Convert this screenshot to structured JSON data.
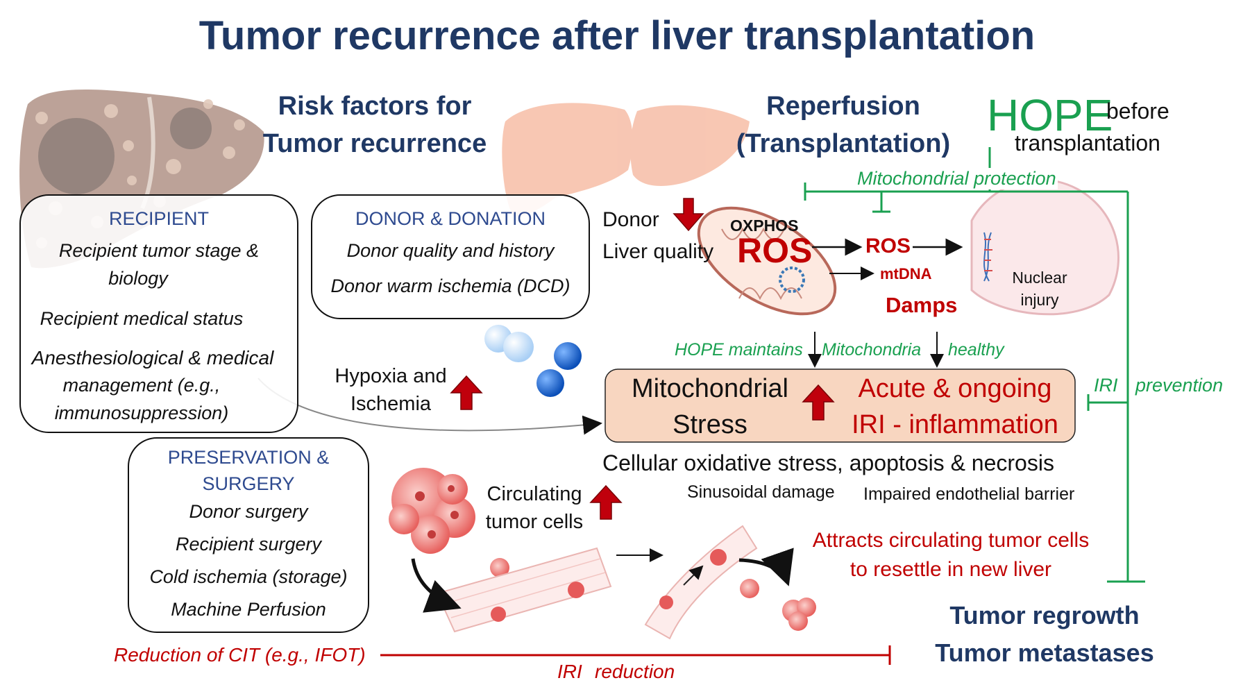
{
  "title": "Tumor recurrence after liver transplantation",
  "headings": {
    "risk_factors": [
      "Risk factors for",
      "Tumor recurrence"
    ],
    "reperfusion": [
      "Reperfusion",
      "(Transplantation)"
    ],
    "hope": "HOPE",
    "hope_before": "before",
    "hope_transplantation": "transplantation"
  },
  "recipient_box": {
    "title": "RECIPIENT",
    "items": [
      "Recipient tumor stage &",
      "biology",
      "Recipient medical status",
      "Anesthesiological & medical",
      "management (e.g.,",
      "immunosuppression)"
    ]
  },
  "donor_box": {
    "title": "DONOR & DONATION",
    "items": [
      "Donor quality and history",
      "Donor warm ischemia (DCD)"
    ]
  },
  "preservation_box": {
    "title": [
      "PRESERVATION &",
      "SURGERY"
    ],
    "items": [
      "Donor surgery",
      "Recipient surgery",
      "Cold ischemia (storage)",
      "Machine Perfusion"
    ]
  },
  "donor_quality": [
    "Donor",
    "Liver quality"
  ],
  "hypoxia": [
    "Hypoxia and",
    "Ischemia"
  ],
  "circulating": [
    "Circulating",
    "tumor cells"
  ],
  "mito": {
    "oxphos": "OXPHOS",
    "ros_big": "ROS",
    "ros": "ROS",
    "mtdna": "mtDNA",
    "damps": "Damps",
    "nuclear_injury": [
      "Nuclear",
      "injury"
    ]
  },
  "green_labels": {
    "mito_protection": "Mitochondrial protection",
    "hope_maintains": "HOPE maintains",
    "mitochondria": "Mitochondria",
    "healthy": "healthy",
    "iri": "IRI",
    "prevention": "prevention"
  },
  "stress_box": {
    "left": [
      "Mitochondrial",
      "Stress"
    ],
    "right": [
      "Acute & ongoing",
      "IRI - inflammation"
    ]
  },
  "cellular": "Cellular oxidative stress, apoptosis & necrosis",
  "sinusoidal": "Sinusoidal damage",
  "endothelial": "Impaired endothelial barrier",
  "attracts": [
    "Attracts circulating tumor cells",
    "to resettle in new liver"
  ],
  "outcome": [
    "Tumor regrowth",
    "Tumor metastases"
  ],
  "bottom": {
    "reduction": "Reduction of CIT (e.g., IFOT)",
    "iri": "IRI",
    "reduction_word": "reduction"
  },
  "colors": {
    "navy": "#1f3864",
    "green": "#1aa050",
    "dark_red": "#c00000",
    "arrow_red": "#c0000c",
    "stress_fill": "#f8d6c0",
    "liver_salmon": "#f5b49a"
  }
}
